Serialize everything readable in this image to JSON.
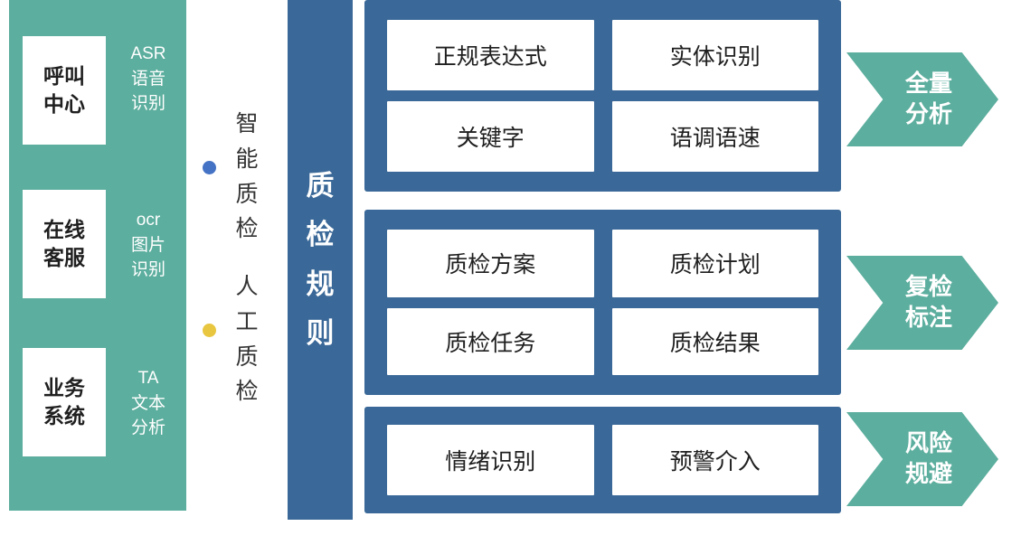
{
  "colors": {
    "teal": "#5CAE9E",
    "panel_blue": "#3A6898",
    "dot_blue": "#4472C4",
    "dot_yellow": "#E8C63F"
  },
  "sources": {
    "items": [
      {
        "label": "呼叫\n中心",
        "note": "ASR\n语音\n识别"
      },
      {
        "label": "在线\n客服",
        "note": "ocr\n图片\n识别"
      },
      {
        "label": "业务\n系统",
        "note": "TA\n文本\n分析"
      }
    ]
  },
  "methods": {
    "smart": {
      "label": "智能质检"
    },
    "manual": {
      "label": "人工质检"
    }
  },
  "rules_bar": {
    "label": "质检规则"
  },
  "panels": [
    {
      "boxes": [
        "正规表达式",
        "实体识别",
        "关键字",
        "语调语速"
      ]
    },
    {
      "boxes": [
        "质检方案",
        "质检计划",
        "质检任务",
        "质检结果"
      ]
    },
    {
      "boxes": [
        "情绪识别",
        "预警介入"
      ]
    }
  ],
  "arrows": [
    {
      "label": "全量分析"
    },
    {
      "label": "复检标注"
    },
    {
      "label": "风险规避"
    }
  ]
}
